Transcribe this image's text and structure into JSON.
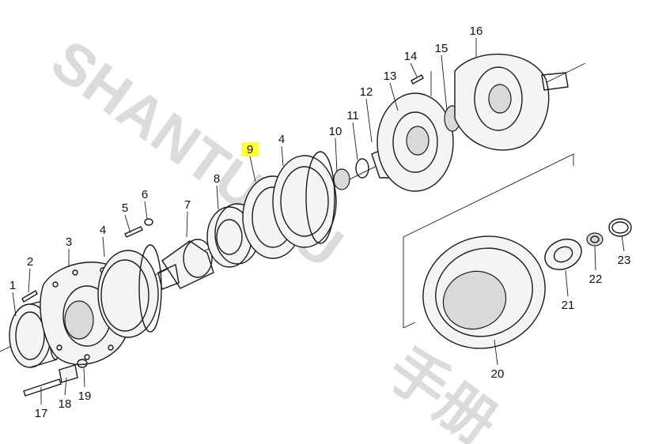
{
  "watermark": {
    "text": "SHANTUIVU",
    "suffix": "手册",
    "accent_letter": "A",
    "color": "#bfbfbf",
    "accent_color": "#f3b37a"
  },
  "highlight_color": "#ffff33",
  "callouts": [
    {
      "id": "1",
      "label": "1"
    },
    {
      "id": "2",
      "label": "2"
    },
    {
      "id": "3",
      "label": "3"
    },
    {
      "id": "4a",
      "label": "4"
    },
    {
      "id": "4b",
      "label": "4"
    },
    {
      "id": "5",
      "label": "5"
    },
    {
      "id": "6",
      "label": "6"
    },
    {
      "id": "7",
      "label": "7"
    },
    {
      "id": "8",
      "label": "8"
    },
    {
      "id": "9",
      "label": "9",
      "highlighted": true
    },
    {
      "id": "10",
      "label": "10"
    },
    {
      "id": "11",
      "label": "11"
    },
    {
      "id": "12",
      "label": "12"
    },
    {
      "id": "13",
      "label": "13"
    },
    {
      "id": "14",
      "label": "14"
    },
    {
      "id": "15",
      "label": "15"
    },
    {
      "id": "16",
      "label": "16"
    },
    {
      "id": "17",
      "label": "17"
    },
    {
      "id": "18",
      "label": "18"
    },
    {
      "id": "19",
      "label": "19"
    },
    {
      "id": "20",
      "label": "20"
    },
    {
      "id": "21",
      "label": "21"
    },
    {
      "id": "22",
      "label": "22"
    },
    {
      "id": "23",
      "label": "23"
    }
  ]
}
